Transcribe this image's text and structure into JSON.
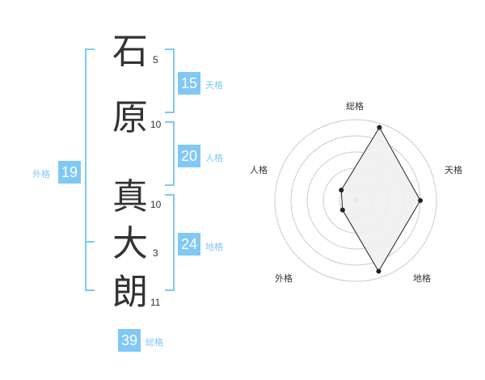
{
  "name": {
    "chars": [
      "石",
      "原",
      "真",
      "大",
      "朗"
    ],
    "strokes": [
      "5",
      "10",
      "10",
      "3",
      "11"
    ]
  },
  "kaku": {
    "tenkaku": {
      "value": "15",
      "label": "天格"
    },
    "jinkaku": {
      "value": "20",
      "label": "人格"
    },
    "chikaku": {
      "value": "24",
      "label": "地格"
    },
    "gaikaku": {
      "value": "19",
      "label": "外格"
    },
    "soukaku": {
      "value": "39",
      "label": "総格"
    }
  },
  "chart_data": {
    "type": "radar",
    "axes": [
      "総格",
      "天格",
      "地格",
      "外格",
      "人格"
    ],
    "values": [
      0.95,
      0.8,
      0.92,
      0.2,
      0.22
    ],
    "max": 1.0,
    "rings": 5,
    "colors": {
      "fill": "#f0f0f0",
      "line": "#222222",
      "ring": "#cccccc",
      "center": "#bbbbbb"
    }
  },
  "colors": {
    "accent": "#80c8f5",
    "text": "#333333"
  }
}
